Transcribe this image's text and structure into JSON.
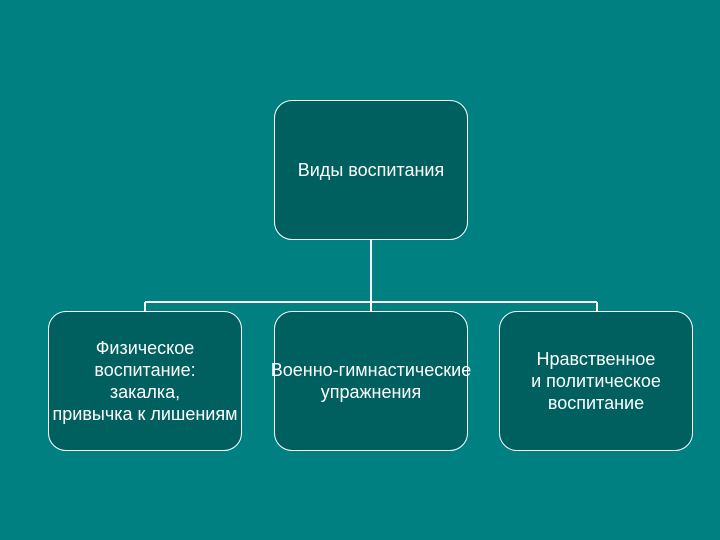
{
  "diagram": {
    "root": {
      "label": "Виды воспитания"
    },
    "children": [
      {
        "label": "Физическое\nвоспитание:\nзакалка,\nпривычка к лишениям"
      },
      {
        "label": "Военно-гимнастические\nупражнения"
      },
      {
        "label": "Нравственное\nи политическое\nвоспитание"
      }
    ]
  },
  "colors": {
    "background": "#008080",
    "node_fill": "#006060",
    "node_border": "#ffffff",
    "connector": "#ffffff",
    "text": "#ffffff"
  }
}
